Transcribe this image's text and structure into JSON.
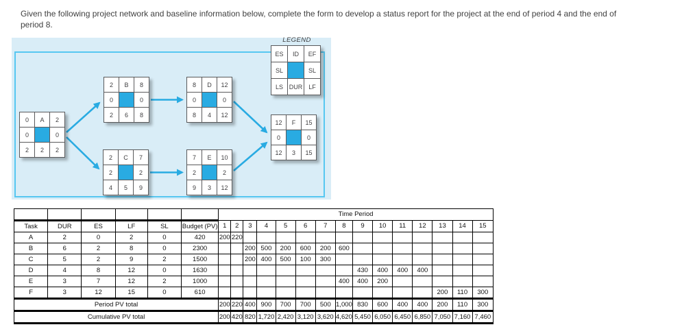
{
  "title": "Given the following project network and baseline information below, complete the form to develop a status report for the project at the end of period 4 and the end of period 8.",
  "colors": {
    "accent_blue": "#29abe2",
    "diagram_background": "#d9edf7",
    "frame_border": "#56c7f1"
  },
  "legend": {
    "label": "LEGEND",
    "cells": [
      "ES",
      "ID",
      "EF",
      "SL",
      "",
      "SL",
      "LS",
      "DUR",
      "LF"
    ]
  },
  "nodes": [
    {
      "id": "A",
      "cells": [
        "0",
        "A",
        "2",
        "0",
        "",
        "0",
        "2",
        "2",
        "2"
      ]
    },
    {
      "id": "B",
      "cells": [
        "2",
        "B",
        "8",
        "0",
        "",
        "0",
        "2",
        "6",
        "8"
      ]
    },
    {
      "id": "C",
      "cells": [
        "2",
        "C",
        "7",
        "2",
        "",
        "2",
        "4",
        "5",
        "9"
      ]
    },
    {
      "id": "D",
      "cells": [
        "8",
        "D",
        "12",
        "0",
        "",
        "0",
        "8",
        "4",
        "12"
      ]
    },
    {
      "id": "E",
      "cells": [
        "7",
        "E",
        "10",
        "2",
        "",
        "2",
        "9",
        "3",
        "12"
      ]
    },
    {
      "id": "F",
      "cells": [
        "12",
        "F",
        "15",
        "0",
        "",
        "0",
        "12",
        "3",
        "15"
      ]
    }
  ],
  "arrows": [
    "A-B",
    "A-C",
    "B-D",
    "C-E",
    "D-F",
    "E-F"
  ],
  "table": {
    "time_period_label": "Time Period",
    "headers": [
      "Task",
      "DUR",
      "ES",
      "LF",
      "SL",
      "Budget (PV)"
    ],
    "period_headers": [
      "1",
      "2",
      "3",
      "4",
      "5",
      "6",
      "7",
      "8",
      "9",
      "10",
      "11",
      "12",
      "13",
      "14",
      "15"
    ],
    "rows": [
      {
        "task": "A",
        "dur": "2",
        "es": "0",
        "lf": "2",
        "sl": "0",
        "budget": "420",
        "periods": [
          "200",
          "220",
          "",
          "",
          "",
          "",
          "",
          "",
          "",
          "",
          "",
          "",
          "",
          "",
          ""
        ]
      },
      {
        "task": "B",
        "dur": "6",
        "es": "2",
        "lf": "8",
        "sl": "0",
        "budget": "2300",
        "periods": [
          "",
          "",
          "200",
          "500",
          "200",
          "600",
          "200",
          "600",
          "",
          "",
          "",
          "",
          "",
          "",
          ""
        ]
      },
      {
        "task": "C",
        "dur": "5",
        "es": "2",
        "lf": "9",
        "sl": "2",
        "budget": "1500",
        "periods": [
          "",
          "",
          "200",
          "400",
          "500",
          "100",
          "300",
          "",
          "",
          "",
          "",
          "",
          "",
          "",
          ""
        ]
      },
      {
        "task": "D",
        "dur": "4",
        "es": "8",
        "lf": "12",
        "sl": "0",
        "budget": "1630",
        "periods": [
          "",
          "",
          "",
          "",
          "",
          "",
          "",
          "",
          "430",
          "400",
          "400",
          "400",
          "",
          "",
          ""
        ]
      },
      {
        "task": "E",
        "dur": "3",
        "es": "7",
        "lf": "12",
        "sl": "2",
        "budget": "1000",
        "periods": [
          "",
          "",
          "",
          "",
          "",
          "",
          "",
          "400",
          "400",
          "200",
          "",
          "",
          "",
          "",
          ""
        ]
      },
      {
        "task": "F",
        "dur": "3",
        "es": "12",
        "lf": "15",
        "sl": "0",
        "budget": "610",
        "periods": [
          "",
          "",
          "",
          "",
          "",
          "",
          "",
          "",
          "",
          "",
          "",
          "",
          "200",
          "110",
          "300"
        ]
      }
    ],
    "period_total_label": "Period PV total",
    "period_totals": [
      "200",
      "220",
      "400",
      "900",
      "700",
      "700",
      "500",
      "1,000",
      "830",
      "600",
      "400",
      "400",
      "200",
      "110",
      "300"
    ],
    "cumulative_label": "Cumulative PV total",
    "cumulative_totals": [
      "200",
      "420",
      "820",
      "1,720",
      "2,420",
      "3,120",
      "3,620",
      "4,620",
      "5,450",
      "6,050",
      "6,450",
      "6,850",
      "7,050",
      "7,160",
      "7,460"
    ]
  }
}
